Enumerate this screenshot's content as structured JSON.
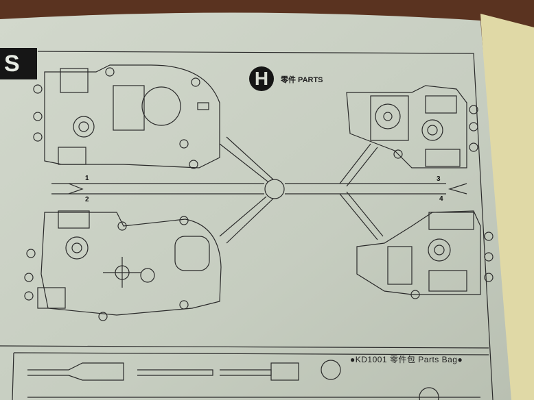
{
  "section_tab": "S",
  "parts_header": {
    "badge": "H",
    "title": "零件 PARTS"
  },
  "runner_numbers": [
    "1",
    "2",
    "3",
    "4"
  ],
  "parts_bag": {
    "label": "●KD1001 零件包 Parts Bag●"
  },
  "colors": {
    "page": "#c8cfc2",
    "ink": "#2a2a2a",
    "wood": "#5a3320",
    "edge_paper": "#e0d9a6"
  }
}
